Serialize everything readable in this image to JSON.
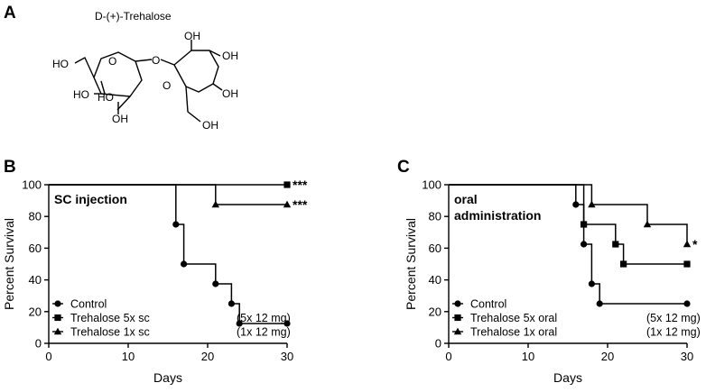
{
  "panel_a": {
    "letter": "A",
    "compound_name": "D-(+)-Trehalose",
    "atom_labels": {
      "ho_top_left": "HO",
      "ho_left_ring_1": "HO",
      "ho_left_ring_2": "HO",
      "oh_left_ring_bottom": "OH",
      "ring_o_left": "O",
      "bridge_o": "O",
      "ring_o_right": "O",
      "oh_top_right_1": "OH",
      "oh_right_ring_1": "OH",
      "oh_right_ring_2": "OH",
      "oh_bottom_right": "OH"
    }
  },
  "chart_data": [
    {
      "panel_letter": "B",
      "type": "line",
      "step": true,
      "annotation_title": "SC injection",
      "xlabel": "Days",
      "ylabel": "Percent Survival",
      "xlim": [
        0,
        30
      ],
      "ylim": [
        0,
        100
      ],
      "xticks": [
        "0",
        "10",
        "20",
        "30"
      ],
      "yticks": [
        "0",
        "20",
        "40",
        "60",
        "80",
        "100"
      ],
      "grid": false,
      "legend_position": "bottom-left",
      "series": [
        {
          "name": "Control",
          "dose": "",
          "marker": "circle",
          "significance": "",
          "points": [
            [
              0,
              100
            ],
            [
              16,
              100
            ],
            [
              16,
              75
            ],
            [
              17,
              75
            ],
            [
              17,
              50
            ],
            [
              21,
              50
            ],
            [
              21,
              37.5
            ],
            [
              23,
              37.5
            ],
            [
              23,
              25
            ],
            [
              24,
              25
            ],
            [
              24,
              12.5
            ],
            [
              30,
              12.5
            ]
          ],
          "markers": [
            [
              16,
              75
            ],
            [
              17,
              50
            ],
            [
              21,
              37.5
            ],
            [
              23,
              25
            ],
            [
              24,
              12.5
            ],
            [
              30,
              12.5
            ]
          ]
        },
        {
          "name": "Trehalose 5x sc",
          "dose": "(5x 12 mg)",
          "marker": "square",
          "significance": "***",
          "points": [
            [
              0,
              100
            ],
            [
              30,
              100
            ]
          ],
          "markers": [
            [
              30,
              100
            ]
          ]
        },
        {
          "name": "Trehalose 1x sc",
          "dose": "(1x 12 mg)",
          "marker": "triangle",
          "significance": "***",
          "points": [
            [
              0,
              100
            ],
            [
              21,
              100
            ],
            [
              21,
              87.5
            ],
            [
              30,
              87.5
            ]
          ],
          "markers": [
            [
              21,
              87.5
            ],
            [
              30,
              87.5
            ]
          ]
        }
      ]
    },
    {
      "panel_letter": "C",
      "type": "line",
      "step": true,
      "annotation_title": "oral\nadministration",
      "annotation_lines": [
        "oral",
        "administration"
      ],
      "xlabel": "Days",
      "ylabel": "Percent Survival",
      "xlim": [
        0,
        30
      ],
      "ylim": [
        0,
        100
      ],
      "xticks": [
        "0",
        "10",
        "20",
        "30"
      ],
      "yticks": [
        "0",
        "20",
        "40",
        "60",
        "80",
        "100"
      ],
      "grid": false,
      "legend_position": "bottom-left",
      "series": [
        {
          "name": "Control",
          "dose": "",
          "marker": "circle",
          "significance": "",
          "points": [
            [
              0,
              100
            ],
            [
              16,
              100
            ],
            [
              16,
              87.5
            ],
            [
              17,
              87.5
            ],
            [
              17,
              62.5
            ],
            [
              18,
              62.5
            ],
            [
              18,
              37.5
            ],
            [
              19,
              37.5
            ],
            [
              19,
              25
            ],
            [
              30,
              25
            ]
          ],
          "markers": [
            [
              16,
              87.5
            ],
            [
              17,
              62.5
            ],
            [
              18,
              37.5
            ],
            [
              19,
              25
            ],
            [
              30,
              25
            ]
          ]
        },
        {
          "name": "Trehalose 5x oral",
          "dose": "(5x 12 mg)",
          "marker": "square",
          "significance": "",
          "points": [
            [
              0,
              100
            ],
            [
              17,
              100
            ],
            [
              17,
              75
            ],
            [
              21,
              75
            ],
            [
              21,
              62.5
            ],
            [
              22,
              62.5
            ],
            [
              22,
              50
            ],
            [
              30,
              50
            ]
          ],
          "markers": [
            [
              17,
              75
            ],
            [
              21,
              62.5
            ],
            [
              22,
              50
            ],
            [
              30,
              50
            ]
          ]
        },
        {
          "name": "Trehalose 1x oral",
          "dose": "(1x 12 mg)",
          "marker": "triangle",
          "significance": "*",
          "points": [
            [
              0,
              100
            ],
            [
              18,
              100
            ],
            [
              18,
              87.5
            ],
            [
              25,
              87.5
            ],
            [
              25,
              75
            ],
            [
              30,
              75
            ],
            [
              30,
              62.5
            ]
          ],
          "markers": [
            [
              18,
              87.5
            ],
            [
              25,
              75
            ],
            [
              30,
              62.5
            ]
          ]
        }
      ]
    }
  ]
}
